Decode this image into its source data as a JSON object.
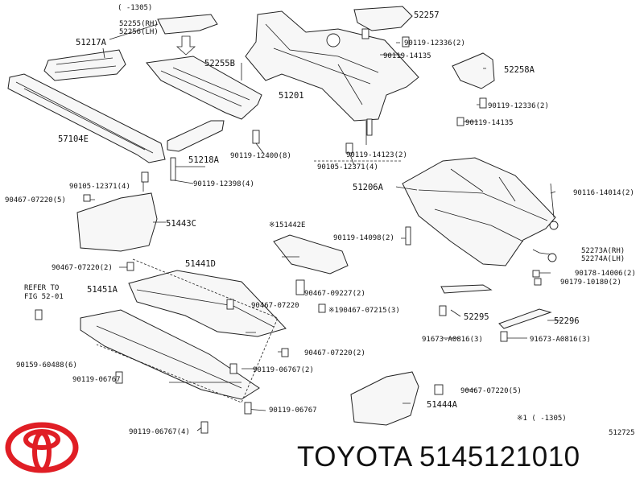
{
  "brand": {
    "name": "TOYOTA",
    "part_number": "5145121010",
    "logo_color": "#e01e25"
  },
  "diagram_id": "512725",
  "note_top": "(    -1305)",
  "note_bottom": "※1 (    -1305)",
  "labels": {
    "p52255": "52255(RH)",
    "p52256": "52256(LH)",
    "p52257": "52257",
    "p51217A": "51217A",
    "p52255B": "52255B",
    "p90119_12336a": "90119-12336(2)",
    "p90119_14135a": "90119-14135",
    "p52258A": "52258A",
    "p51201": "51201",
    "p90119_12336b": "90119-12336(2)",
    "p90119_14135b": "90119-14135",
    "p57104E": "57104E",
    "p51218A": "51218A",
    "p90119_12400": "90119-12400(8)",
    "p90119_14123": "90119-14123(2)",
    "p90105_12371a": "90105-12371(4)",
    "p90119_12398": "90119-12398(4)",
    "p90105_12371b": "90105-12371(4)",
    "p51206A": "51206A",
    "p90116_14014": "90116-14014(2)",
    "p90467_07220a": "90467-07220(5)",
    "p51443C": "51443C",
    "p51442E": "※151442E",
    "p90119_14098": "90119-14098(2)",
    "p52273A": "52273A(RH)",
    "p52274A": "52274A(LH)",
    "p90178_14006": "90178-14006(2)",
    "p90179_10180": "90179-10180(2)",
    "p90467_07220b": "90467-07220(2)",
    "p51441D": "51441D",
    "refer1": "REFER TO",
    "refer2": "FIG 52-01",
    "p51451A": "51451A",
    "p90467_09227": "90467-09227(2)",
    "p90467_07220c": "90467-07220",
    "p90467_07215": "※190467-07215(3)",
    "p52295": "52295",
    "p52296": "52296",
    "p90159_60488": "90159-60488(6)",
    "p90467_07220d": "90467-07220(2)",
    "p91673_A0816a": "91673-A0816(3)",
    "p91673_A0816b": "91673-A0816(3)",
    "p90119_06767a": "90119-06767",
    "p90119_06767b": "90119-06767(2)",
    "p90467_07220e": "90467-07220(5)",
    "p51444A": "51444A",
    "p90119_06767c": "90119-06767",
    "p90119_06767d": "90119-06767(4)"
  }
}
